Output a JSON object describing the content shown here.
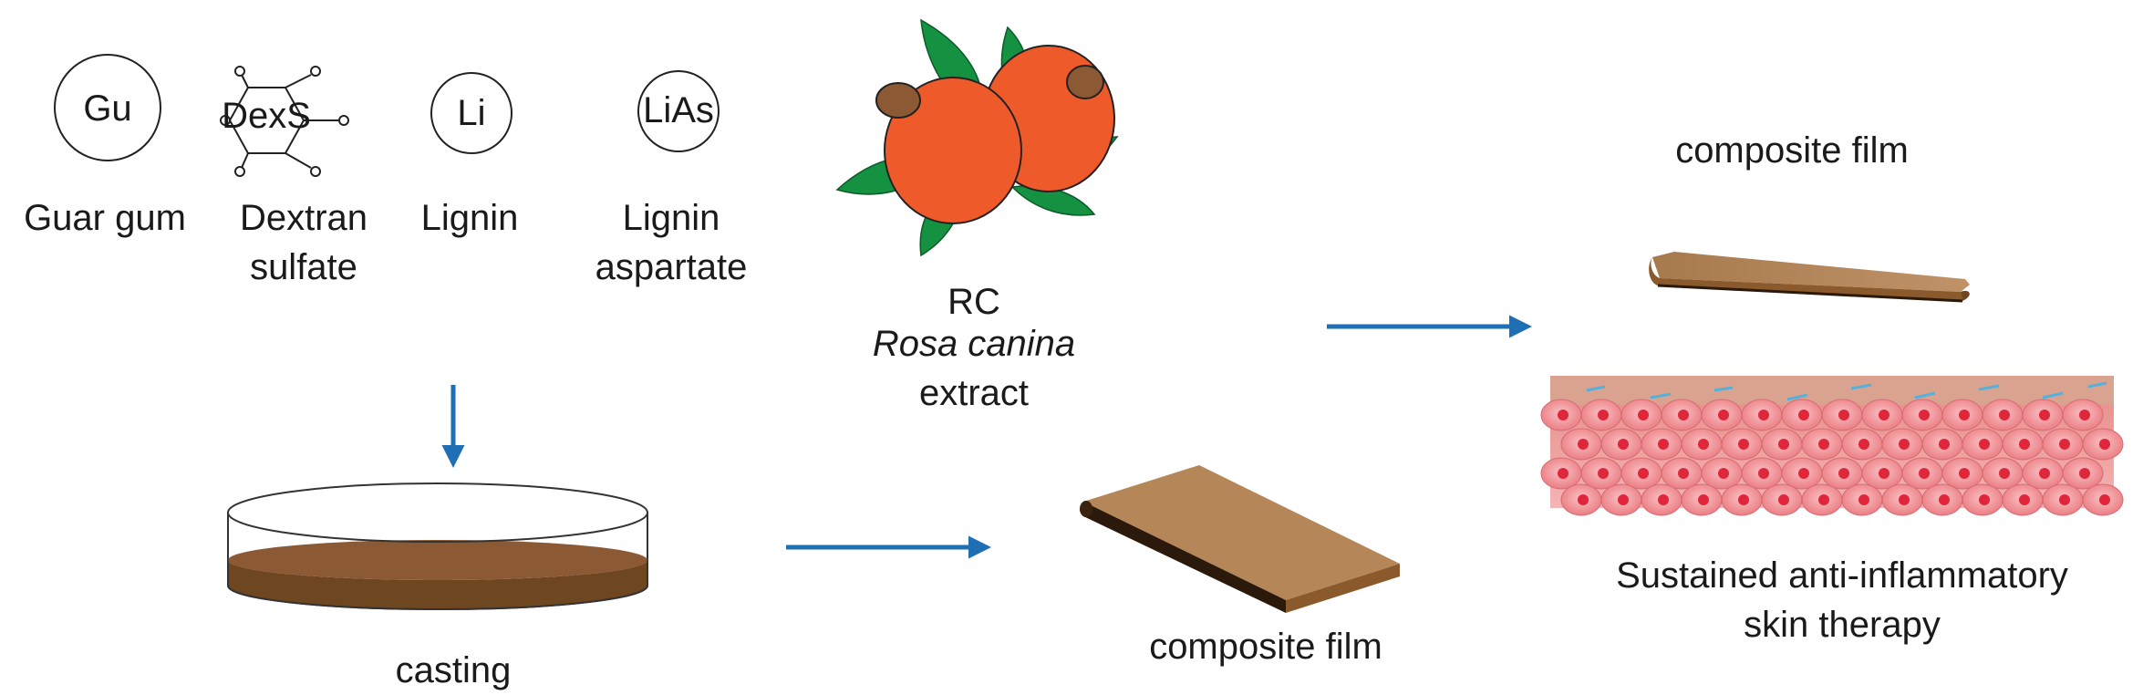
{
  "components": [
    {
      "symbol": "Gu",
      "name_lines": [
        "Guar gum"
      ]
    },
    {
      "symbol": "DexS",
      "name_lines": [
        "Dextran",
        "sulfate"
      ]
    },
    {
      "symbol": "Li",
      "name_lines": [
        "Lignin"
      ]
    },
    {
      "symbol": "LiAs",
      "name_lines": [
        "Lignin",
        "aspartate"
      ]
    }
  ],
  "extract": {
    "abbr": "RC",
    "latin_name": "Rosa canina",
    "word": "extract"
  },
  "steps": {
    "casting": "casting",
    "film_bottom": "composite film",
    "film_top": "composite film"
  },
  "outcome": {
    "line1": "Sustained anti-inflammatory",
    "line2": "skin therapy"
  },
  "colors": {
    "arrow": "#1f6fb5",
    "film_light": "#b58758",
    "film_dark": "#6e4620",
    "dish_liquid": "#8b5a35",
    "berry": "#ef5a2a",
    "leaf": "#159142",
    "skin": "#f08a8e",
    "cell_nucleus": "#e0263a"
  }
}
